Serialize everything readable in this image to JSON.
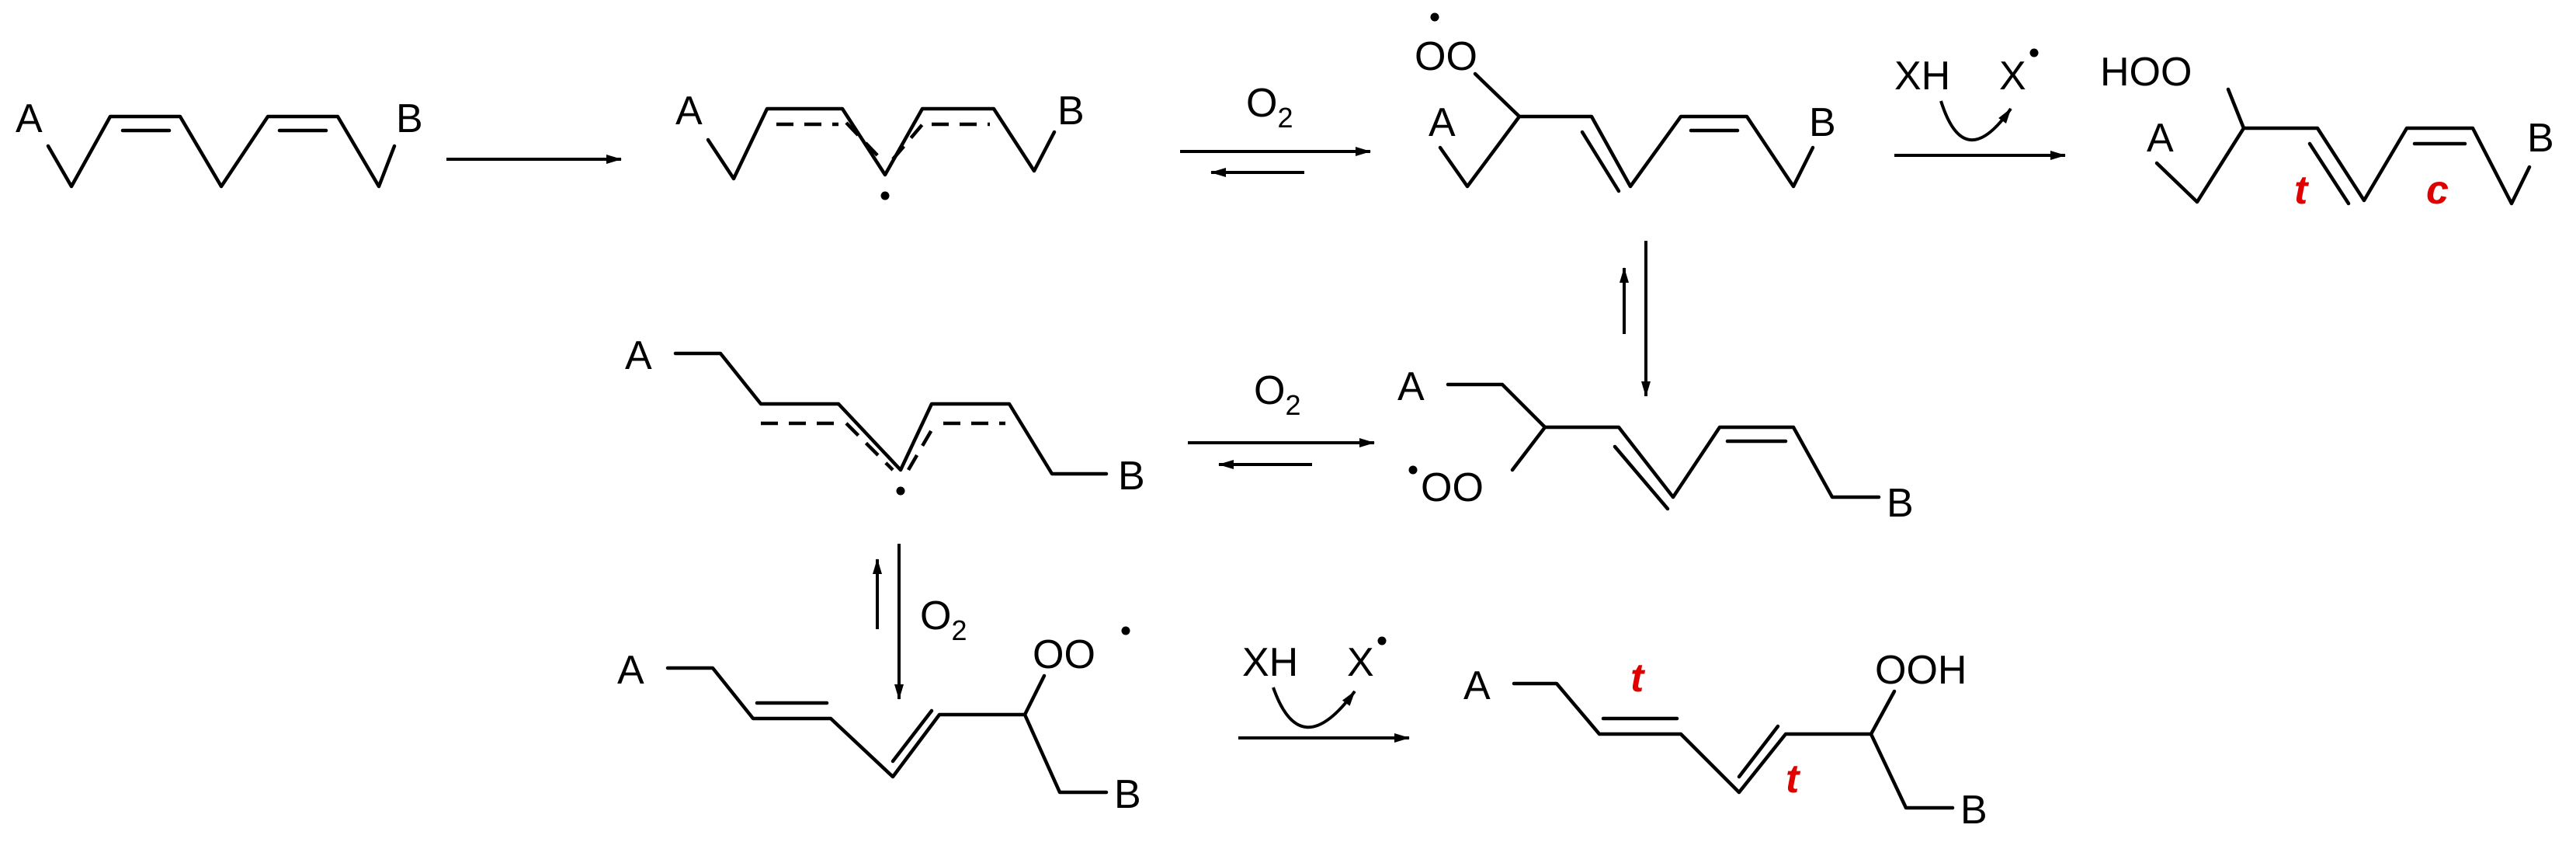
{
  "labels": {
    "a": "A",
    "b": "B",
    "o2_o": "O",
    "o2_sub": "2",
    "peroxyl": "OO",
    "hydroperoxide_left": "HOO",
    "hydroperoxide_right": "OOH",
    "xh": "XH",
    "x": "X",
    "trans": "t",
    "cis": "c"
  },
  "colors": {
    "stereo_label": "#e00000",
    "structure": "#000000"
  }
}
